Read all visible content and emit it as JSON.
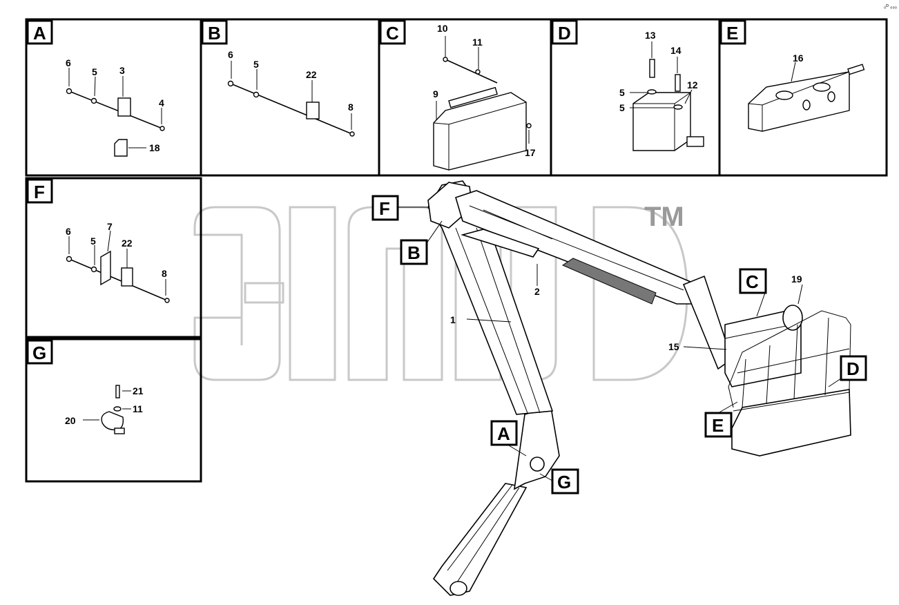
{
  "corner_mark": "₀ᴰ ₀₀₀",
  "watermark": {
    "tm": "TM"
  },
  "panels": [
    {
      "letter": "A",
      "callouts": [
        "6",
        "5",
        "3",
        "4",
        "18"
      ]
    },
    {
      "letter": "B",
      "callouts": [
        "6",
        "5",
        "22",
        "8"
      ]
    },
    {
      "letter": "C",
      "callouts": [
        "10",
        "11",
        "9",
        "17"
      ]
    },
    {
      "letter": "D",
      "callouts": [
        "13",
        "14",
        "5",
        "12",
        "5"
      ]
    },
    {
      "letter": "E",
      "callouts": [
        "16"
      ]
    },
    {
      "letter": "F",
      "callouts": [
        "6",
        "5",
        "7",
        "22",
        "8"
      ]
    },
    {
      "letter": "G",
      "callouts": [
        "21",
        "11",
        "20"
      ]
    }
  ],
  "main": {
    "locators": [
      "F",
      "B",
      "C",
      "D",
      "E",
      "A",
      "G"
    ],
    "callouts": [
      "1",
      "2",
      "15",
      "19"
    ]
  }
}
